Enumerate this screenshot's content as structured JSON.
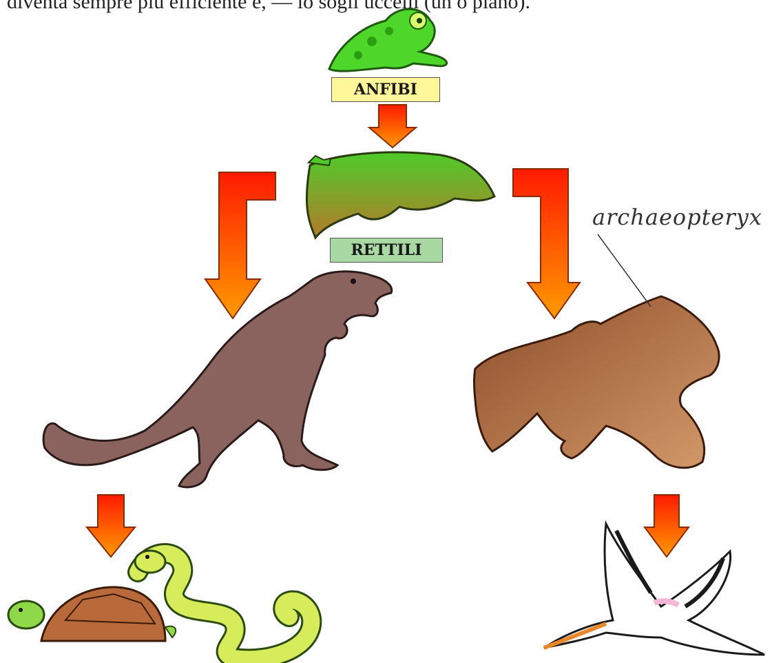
{
  "top_text": "diventa sempre più efficiente e, — lo sogli uccelli (un o piano).",
  "labels": {
    "anfibi": "ANFIBI",
    "rettili": "RETTILI",
    "archaeopteryx": "archaeopteryx"
  },
  "colors": {
    "arrow_top": "#ff2a00",
    "arrow_bottom": "#ff8a00",
    "anfibi_box": "#fff79a",
    "rettili_box": "#a9d9a2",
    "frog": "#4fd62a",
    "reptile": "#6aa22a",
    "dinosaur": "#8a625e",
    "bird": "#a9683a"
  },
  "icons": [
    "frog-icon",
    "reptile-icon",
    "dinosaur-icon",
    "archaeopteryx-icon",
    "turtle-icon",
    "snake-icon",
    "stork-icon"
  ]
}
